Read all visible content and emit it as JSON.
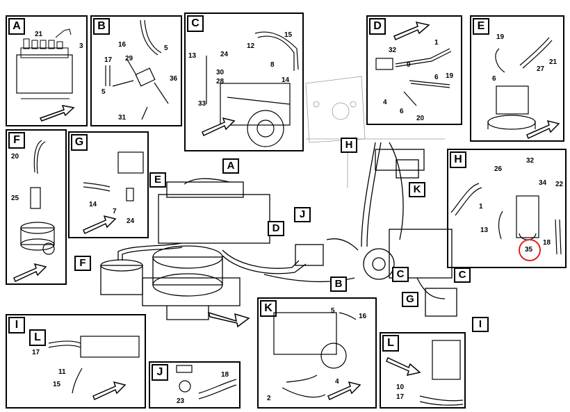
{
  "panels": {
    "A": {
      "letter": "A",
      "labels": [
        "21",
        "3"
      ]
    },
    "B": {
      "letter": "B",
      "labels": [
        "16",
        "5",
        "17",
        "29",
        "36",
        "5",
        "31"
      ]
    },
    "C": {
      "letter": "C",
      "labels": [
        "12",
        "15",
        "13",
        "24",
        "8",
        "30",
        "28",
        "14",
        "33"
      ]
    },
    "D": {
      "letter": "D",
      "labels": [
        "32",
        "1",
        "9",
        "6",
        "19",
        "4",
        "6",
        "20"
      ]
    },
    "E": {
      "letter": "E",
      "labels": [
        "19",
        "21",
        "6",
        "27"
      ]
    },
    "F": {
      "letter": "F",
      "labels": [
        "20",
        "25"
      ]
    },
    "G": {
      "letter": "G",
      "labels": [
        "14",
        "7",
        "24"
      ]
    },
    "H": {
      "letter": "H",
      "labels": [
        "32",
        "26",
        "34",
        "22",
        "1",
        "13",
        "18",
        "35"
      ]
    },
    "I": {
      "letter": "I",
      "labels": [
        "L",
        "17",
        "11",
        "15"
      ]
    },
    "J": {
      "letter": "J",
      "labels": [
        "18",
        "23"
      ]
    },
    "K": {
      "letter": "K",
      "labels": [
        "5",
        "16",
        "4",
        "2"
      ]
    },
    "L": {
      "letter": "L",
      "labels": [
        "10",
        "17"
      ]
    }
  },
  "callouts": {
    "H": "H",
    "A": "A",
    "E": "E",
    "J": "J",
    "K": "K",
    "D": "D",
    "F": "F",
    "B": "B",
    "C1": "C",
    "C2": "C",
    "G": "G",
    "I": "I"
  },
  "highlight": {
    "label": "35",
    "color": "#e02020"
  }
}
